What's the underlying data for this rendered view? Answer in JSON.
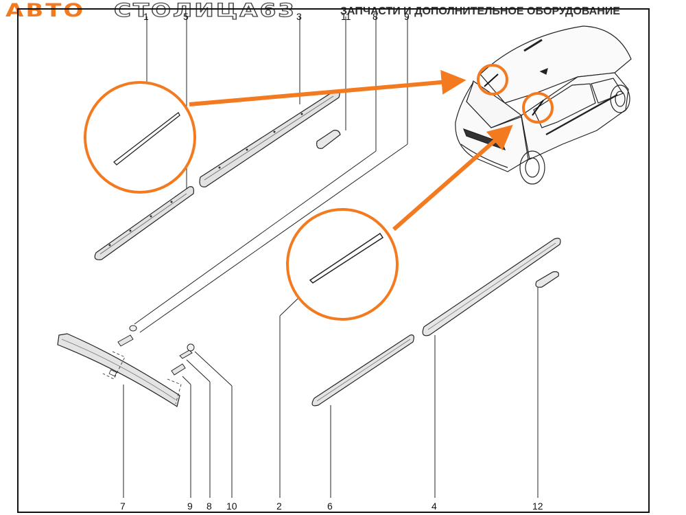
{
  "header": {
    "logo_part1": "АВТО",
    "logo_part2": "СТОЛИЦА63",
    "tagline": "ЗАПЧАСТИ И ДОПОЛНИТЕЛЬНОЕ ОБОРУДОВАНИЕ"
  },
  "colors": {
    "accent": "#f47a20",
    "line": "#222222",
    "part_fill": "#dcdcdc"
  },
  "callouts": {
    "top": [
      "1",
      "5",
      "3",
      "11",
      "8",
      "9"
    ],
    "bottom": [
      "7",
      "9",
      "8",
      "10",
      "2",
      "6",
      "4",
      "12"
    ]
  }
}
